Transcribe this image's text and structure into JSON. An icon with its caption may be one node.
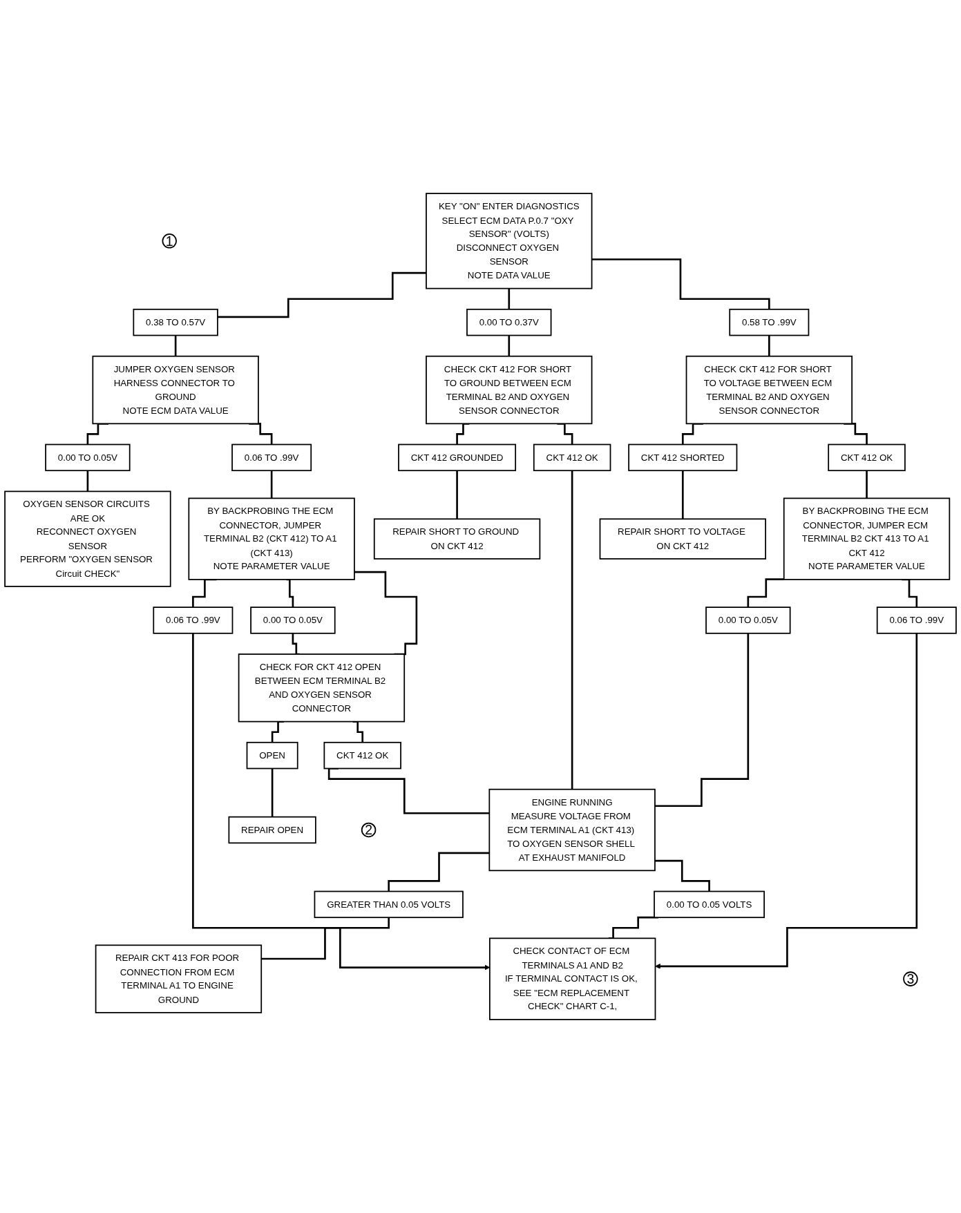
{
  "diagram": {
    "nodes": [
      {
        "text": [
          "1"
        ]
      },
      {
        "text": [
          "KEY \"ON\" ENTER DIAGNOSTICS",
          "SELECT ECM DATA P.0.7 \"OXY SENSOR\" (VOLTS)",
          "DISCONNECT OXYGEN SENSOR",
          "NOTE DATA VALUE"
        ]
      },
      {
        "text": [
          "0.38 TO 0.57V"
        ]
      },
      {
        "text": [
          "0.00 TO 0.37V"
        ]
      },
      {
        "text": [
          "0.58 TO .99V"
        ]
      },
      {
        "text": [
          "JUMPER OXYGEN SENSOR HARNESS CONNECTOR TO GROUND",
          "NOTE ECM DATA VALUE"
        ]
      },
      {
        "text": [
          "CHECK CKT 412 FOR SHORT TO GROUND BETWEEN ECM TERMINAL B2 AND OXYGEN SENSOR CONNECTOR"
        ]
      },
      {
        "text": [
          "CHECK CKT 412 FOR SHORT TO VOLTAGE BETWEEN ECM TERMINAL B2 AND OXYGEN SENSOR CONNECTOR"
        ]
      },
      {
        "text": [
          "0.00 TO 0.05V"
        ]
      },
      {
        "text": [
          "0.06 TO .99V"
        ]
      },
      {
        "text": [
          "CKT 412 GROUNDED"
        ]
      },
      {
        "text": [
          "CKT 412 OK"
        ]
      },
      {
        "text": [
          "CKT 412 SHORTED"
        ]
      },
      {
        "text": [
          "CKT 412 OK"
        ]
      },
      {
        "text": [
          "OXYGEN SENSOR CIRCUITS ARE OK",
          "RECONNECT OXYGEN SENSOR",
          "PERFORM \"OXYGEN SENSOR Circuit CHECK\""
        ]
      },
      {
        "text": [
          "BY BACKPROBING THE ECM CONNECTOR, JUMPER TERMINAL B2 (CKT 412) TO A1 (CKT 413)",
          "NOTE PARAMETER VALUE"
        ]
      },
      {
        "text": [
          "REPAIR SHORT TO GROUND ON CKT 412"
        ]
      },
      {
        "text": [
          "REPAIR SHORT TO VOLTAGE ON CKT 412"
        ]
      },
      {
        "text": [
          "BY BACKPROBING THE ECM CONNECTOR, JUMPER ECM TERMINAL B2 CKT 413 TO A1 CKT 412",
          "NOTE PARAMETER VALUE"
        ]
      },
      {
        "text": [
          "0.06 TO .99V"
        ]
      },
      {
        "text": [
          "0.00 TO 0.05V"
        ]
      },
      {
        "text": [
          "0.00 TO 0.05V"
        ]
      },
      {
        "text": [
          "0.06 TO .99V"
        ]
      },
      {
        "text": [
          "CHECK FOR CKT 412 OPEN BETWEEN ECM TERMINAL B2 AND OXYGEN SENSOR CONNECTOR"
        ]
      },
      {
        "text": [
          "OPEN"
        ]
      },
      {
        "text": [
          "CKT 412 OK"
        ]
      },
      {
        "text": [
          "REPAIR OPEN"
        ]
      },
      {
        "text": [
          "2"
        ]
      },
      {
        "text": [
          "ENGINE RUNNING",
          "MEASURE VOLTAGE FROM ECM TERMINAL A1 (CKT 413) TO OXYGEN SENSOR SHELL AT EXHAUST MANIFOLD"
        ]
      },
      {
        "text": [
          "GREATER THAN 0.05 VOLTS"
        ]
      },
      {
        "text": [
          "0.00 TO 0.05 VOLTS"
        ]
      },
      {
        "text": [
          "REPAIR CKT 413 FOR POOR CONNECTION FROM ECM TERMINAL A1 TO ENGINE GROUND"
        ]
      },
      {
        "text": [
          "3"
        ]
      },
      {
        "text": [
          "CHECK CONTACT OF ECM TERMINALS A1 AND B2",
          "IF TERMINAL CONTACT IS OK, SEE \"ECM REPLACEMENT CHECK\" CHART C-1,"
        ]
      }
    ],
    "edges": [
      {
        "from": 1,
        "to": 2,
        "arrow": "none"
      },
      {
        "from": 1,
        "to": 3,
        "arrow": "none"
      },
      {
        "from": 1,
        "to": 4,
        "arrow": "none"
      },
      {
        "from": 2,
        "to": 5,
        "arrow": "none"
      },
      {
        "from": 3,
        "to": 6,
        "arrow": "none"
      },
      {
        "from": 4,
        "to": 7,
        "arrow": "none"
      },
      {
        "from": 5,
        "to": 8,
        "arrow": "none"
      },
      {
        "from": 5,
        "to": 9,
        "arrow": "none"
      },
      {
        "from": 6,
        "to": 10,
        "arrow": "none"
      },
      {
        "from": 6,
        "to": 11,
        "arrow": "none"
      },
      {
        "from": 7,
        "to": 12,
        "arrow": "none"
      },
      {
        "from": 7,
        "to": 13,
        "arrow": "none"
      },
      {
        "from": 8,
        "to": 14,
        "arrow": "none"
      },
      {
        "from": 9,
        "to": 15,
        "arrow": "none"
      },
      {
        "from": 10,
        "to": 16,
        "arrow": "none"
      },
      {
        "from": 12,
        "to": 17,
        "arrow": "none"
      },
      {
        "from": 13,
        "to": 18,
        "arrow": "none"
      },
      {
        "from": 15,
        "to": 19,
        "arrow": "none"
      },
      {
        "from": 15,
        "to": 20,
        "arrow": "none"
      },
      {
        "from": 15,
        "to": 23,
        "arrow": "none"
      },
      {
        "from": 18,
        "to": 21,
        "arrow": "none"
      },
      {
        "from": 18,
        "to": 22,
        "arrow": "none"
      },
      {
        "from": 20,
        "to": 23,
        "arrow": "none"
      },
      {
        "from": 23,
        "to": 24,
        "arrow": "none"
      },
      {
        "from": 23,
        "to": 25,
        "arrow": "none"
      },
      {
        "from": 24,
        "to": 26,
        "arrow": "none"
      },
      {
        "from": 11,
        "to": 28,
        "arrow": "none"
      },
      {
        "from": 25,
        "to": 28,
        "arrow": "none"
      },
      {
        "from": 21,
        "to": 28,
        "arrow": "none"
      },
      {
        "from": 28,
        "to": 29,
        "arrow": "none"
      },
      {
        "from": 28,
        "to": 30,
        "arrow": "none"
      },
      {
        "from": 29,
        "to": 31,
        "arrow": "none"
      },
      {
        "from": 19,
        "to": 33,
        "arrow": "to"
      },
      {
        "from": 22,
        "to": 33,
        "arrow": "to"
      },
      {
        "from": 30,
        "to": 33,
        "arrow": "none"
      }
    ]
  }
}
